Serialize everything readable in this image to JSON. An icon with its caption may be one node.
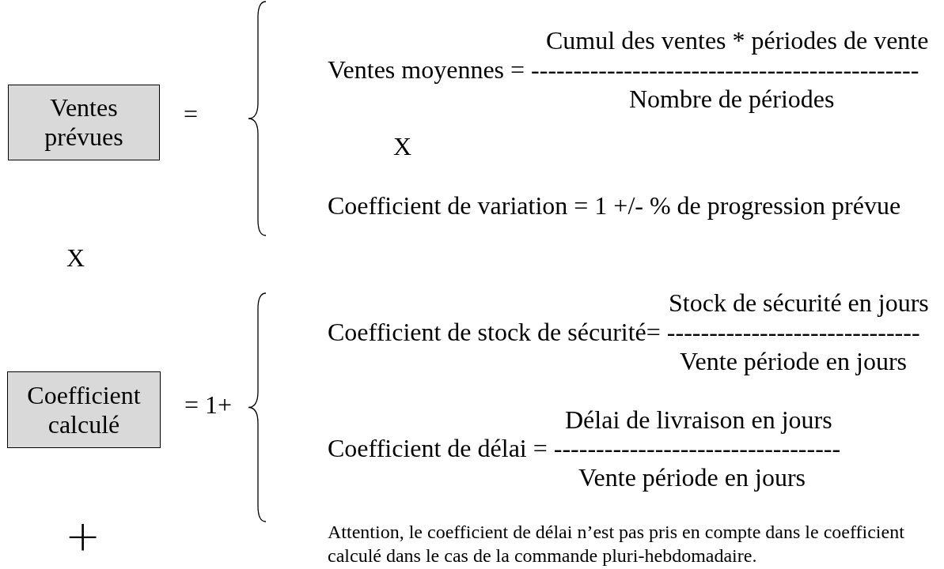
{
  "diagram": {
    "nodes": [
      {
        "text": [
          "Ventes prévues"
        ]
      },
      {
        "text": [
          "Coefficient calculé"
        ]
      }
    ],
    "labels": [
      "Cumul des ventes * périodes de vente",
      "Ventes moyennes =  ----------------------------------------------",
      "Nombre de périodes",
      "X",
      "=",
      "Coefficient de variation = 1 +/- % de progression prévue",
      "X",
      "Stock de sécurité en jours",
      "Coefficient de stock de sécurité= ------------------------------",
      "Vente période en jours",
      "= 1+",
      "Délai de livraison en jours",
      "Coefficient de délai = ----------------------------------",
      "Vente période en jours",
      "+",
      "Attention, le coefficient de délai n’est pas pris en compte dans le coefficient calculé dans le cas de la commande pluri-hebdomadaire."
    ]
  }
}
